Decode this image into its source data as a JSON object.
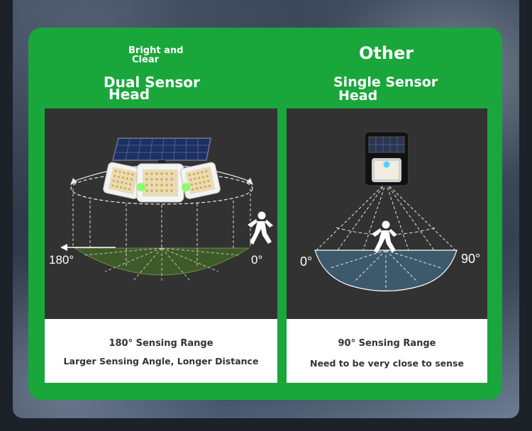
{
  "left": {
    "tagline_line1": "Bright and",
    "tagline_line2": "Clear",
    "title_line1": "Dual Sensor",
    "title_line2": "Head",
    "angle_start": "180°",
    "angle_end": "0°",
    "caption_title": "180° Sensing Range",
    "caption_text": "Larger Sensing Angle, Longer Distance"
  },
  "right": {
    "label": "Other",
    "title_line1": "Single Sensor",
    "title_line2": "Head",
    "angle_start": "0°",
    "angle_end": "90°",
    "caption_title": "90° Sensing Range",
    "caption_text": "Need to be very close to sense"
  },
  "colors": {
    "panel_green": "#19a73b",
    "card_dark": "#323232",
    "range_left": "#3f5a2a",
    "range_right": "#3d5a6c"
  },
  "icons": [
    "solar-panel-icon",
    "floodlight-icon",
    "wall-light-icon",
    "walking-person-icon"
  ]
}
